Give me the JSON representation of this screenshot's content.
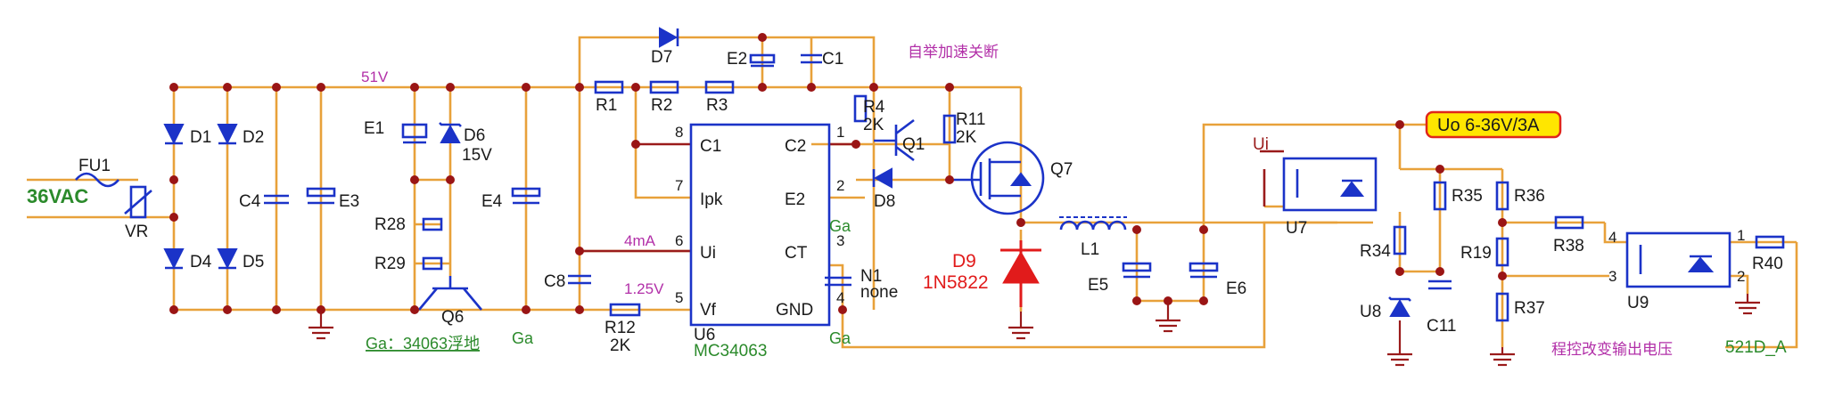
{
  "labels": {
    "fu1": "FU1",
    "ac_in": "36VAC",
    "vr": "VR",
    "d1": "D1",
    "d2": "D2",
    "d4": "D4",
    "d5": "D5",
    "c4": "C4",
    "e3": "E3",
    "e1": "E1",
    "d6": "D6",
    "d6v": "15V",
    "r28": "R28",
    "r29": "R29",
    "q6": "Q6",
    "e4": "E4",
    "v51": "51V",
    "ga_note": "Ga：34063浮地",
    "ga": "Ga",
    "d7": "D7",
    "e2": "E2",
    "c1": "C1",
    "r1": "R1",
    "r2": "R2",
    "r3": "R3",
    "r4": "R4",
    "r4v": "2K",
    "q1": "Q1",
    "d8": "D8",
    "r11": "R11",
    "r11v": "2K",
    "q7": "Q7",
    "boost_note": "自举加速关断",
    "d9": "D9",
    "d9p": "1N5822",
    "l1": "L1",
    "e5": "E5",
    "e6": "E6",
    "c8": "C8",
    "ma4": "4mA",
    "v125": "1.25V",
    "r12": "R12",
    "r12v": "2K",
    "u6": "U6",
    "u6p": "MC34063",
    "u6_c1": "C1",
    "u6_c2": "C2",
    "u6_ipk": "Ipk",
    "u6_e2": "E2",
    "u6_ui": "Ui",
    "u6_ct": "CT",
    "u6_vf": "Vf",
    "u6_gnd": "GND",
    "pin8": "8",
    "pin1": "1",
    "pin7": "7",
    "pin2": "2",
    "pin6": "6",
    "pin3": "3",
    "pin5": "5",
    "pin4": "4",
    "n1": "N1",
    "n1v": "none",
    "uo": "Uo  6-36V/3A",
    "ui": "Ui",
    "u7": "U7",
    "r34": "R34",
    "r35": "R35",
    "u8": "U8",
    "c11": "C11",
    "r36": "R36",
    "r19": "R19",
    "r37": "R37",
    "r38": "R38",
    "u9": "U9",
    "r40": "R40",
    "u9p4": "4",
    "u9p3": "3",
    "u9p1": "1",
    "u9p2": "2",
    "prog_note": "程控改变输出电压",
    "ctrl": "521D_A"
  },
  "colors": {
    "wire": "#e8a13a",
    "dark_wire": "#9a1b1b",
    "component": "#1b33c8",
    "highlight": "#e11b1b",
    "note": "#b22fa8",
    "ground_label": "#2b8a2b",
    "badge_fill": "#ffe600",
    "badge_border": "#e0261b"
  }
}
